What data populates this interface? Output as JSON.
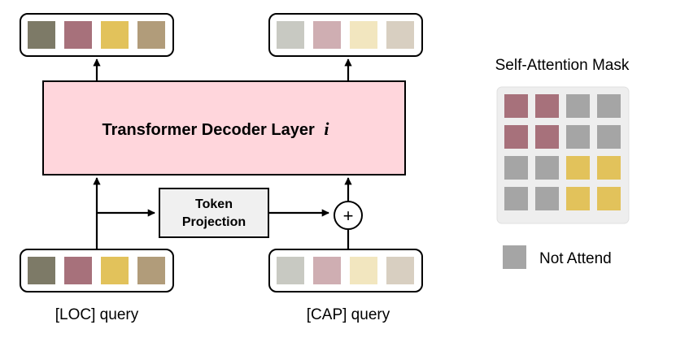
{
  "colors": {
    "loc_tokens": [
      "#7d7a67",
      "#a7717b",
      "#e2c25b",
      "#b19c7a"
    ],
    "cap_tokens": [
      "#c8c9c2",
      "#cfaeb2",
      "#f2e6bf",
      "#d8cfc1"
    ],
    "decoder_fill": "#ffd6dc",
    "token_projection_fill": "#f0f0f0",
    "mask_background": "#eeeeee",
    "mask_loc": "#a7717b",
    "mask_cap": "#e2c25b",
    "mask_not_attend": "#a5a5a5"
  },
  "decoder": {
    "label": "Transformer Decoder Layer",
    "layer_var": "i"
  },
  "token_projection": {
    "line1": "Token",
    "line2": "Projection"
  },
  "add_symbol": "+",
  "loc_query_label": "[LOC] query",
  "cap_query_label": "[CAP] query",
  "mask": {
    "title": "Self-Attention Mask",
    "cells": [
      [
        "loc",
        "loc",
        "not_attend",
        "not_attend"
      ],
      [
        "loc",
        "loc",
        "not_attend",
        "not_attend"
      ],
      [
        "not_attend",
        "not_attend",
        "cap",
        "cap"
      ],
      [
        "not_attend",
        "not_attend",
        "cap",
        "cap"
      ]
    ],
    "legend_label": "Not Attend"
  }
}
